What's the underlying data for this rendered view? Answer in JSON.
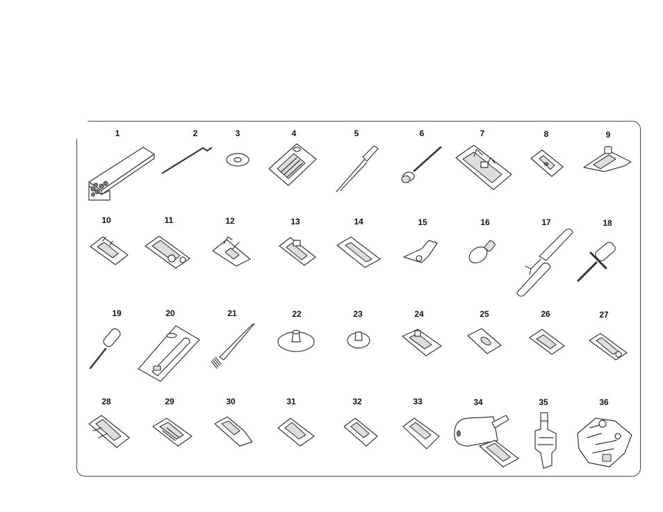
{
  "items": [
    {
      "label": "1",
      "icon": "accessory-box-icon"
    },
    {
      "label": "2",
      "icon": "allen-key-icon"
    },
    {
      "label": "3",
      "icon": "spool-felt-icon"
    },
    {
      "label": "4",
      "icon": "needle-pack-icon"
    },
    {
      "label": "5",
      "icon": "twin-needle-icon"
    },
    {
      "label": "6",
      "icon": "spool-pin-icon"
    },
    {
      "label": "7",
      "icon": "buttonhole-foot-icon"
    },
    {
      "label": "8",
      "icon": "presser-foot-icon"
    },
    {
      "label": "9",
      "icon": "presser-foot-icon"
    },
    {
      "label": "10",
      "icon": "presser-foot-icon"
    },
    {
      "label": "11",
      "icon": "presser-foot-icon"
    },
    {
      "label": "12",
      "icon": "presser-foot-icon"
    },
    {
      "label": "13",
      "icon": "presser-foot-icon"
    },
    {
      "label": "14",
      "icon": "presser-foot-icon"
    },
    {
      "label": "15",
      "icon": "edge-guide-icon"
    },
    {
      "label": "16",
      "icon": "light-bulb-icon"
    },
    {
      "label": "17",
      "icon": "seam-ripper-icon"
    },
    {
      "label": "18",
      "icon": "screwdriver-icon"
    },
    {
      "label": "19",
      "icon": "screwdriver-icon"
    },
    {
      "label": "20",
      "icon": "needle-pack-icon"
    },
    {
      "label": "21",
      "icon": "lint-brush-icon"
    },
    {
      "label": "22",
      "icon": "spool-cap-icon"
    },
    {
      "label": "23",
      "icon": "spool-cap-small-icon"
    },
    {
      "label": "24",
      "icon": "presser-foot-icon"
    },
    {
      "label": "25",
      "icon": "presser-foot-icon"
    },
    {
      "label": "26",
      "icon": "presser-foot-icon"
    },
    {
      "label": "27",
      "icon": "presser-foot-icon"
    },
    {
      "label": "28",
      "icon": "presser-foot-icon"
    },
    {
      "label": "29",
      "icon": "presser-foot-icon"
    },
    {
      "label": "30",
      "icon": "presser-foot-icon"
    },
    {
      "label": "31",
      "icon": "presser-foot-icon"
    },
    {
      "label": "32",
      "icon": "presser-foot-icon"
    },
    {
      "label": "33",
      "icon": "presser-foot-icon"
    },
    {
      "label": "34",
      "icon": "walking-foot-icon"
    },
    {
      "label": "35",
      "icon": "darning-foot-icon"
    },
    {
      "label": "36",
      "icon": "ruffler-icon"
    }
  ]
}
